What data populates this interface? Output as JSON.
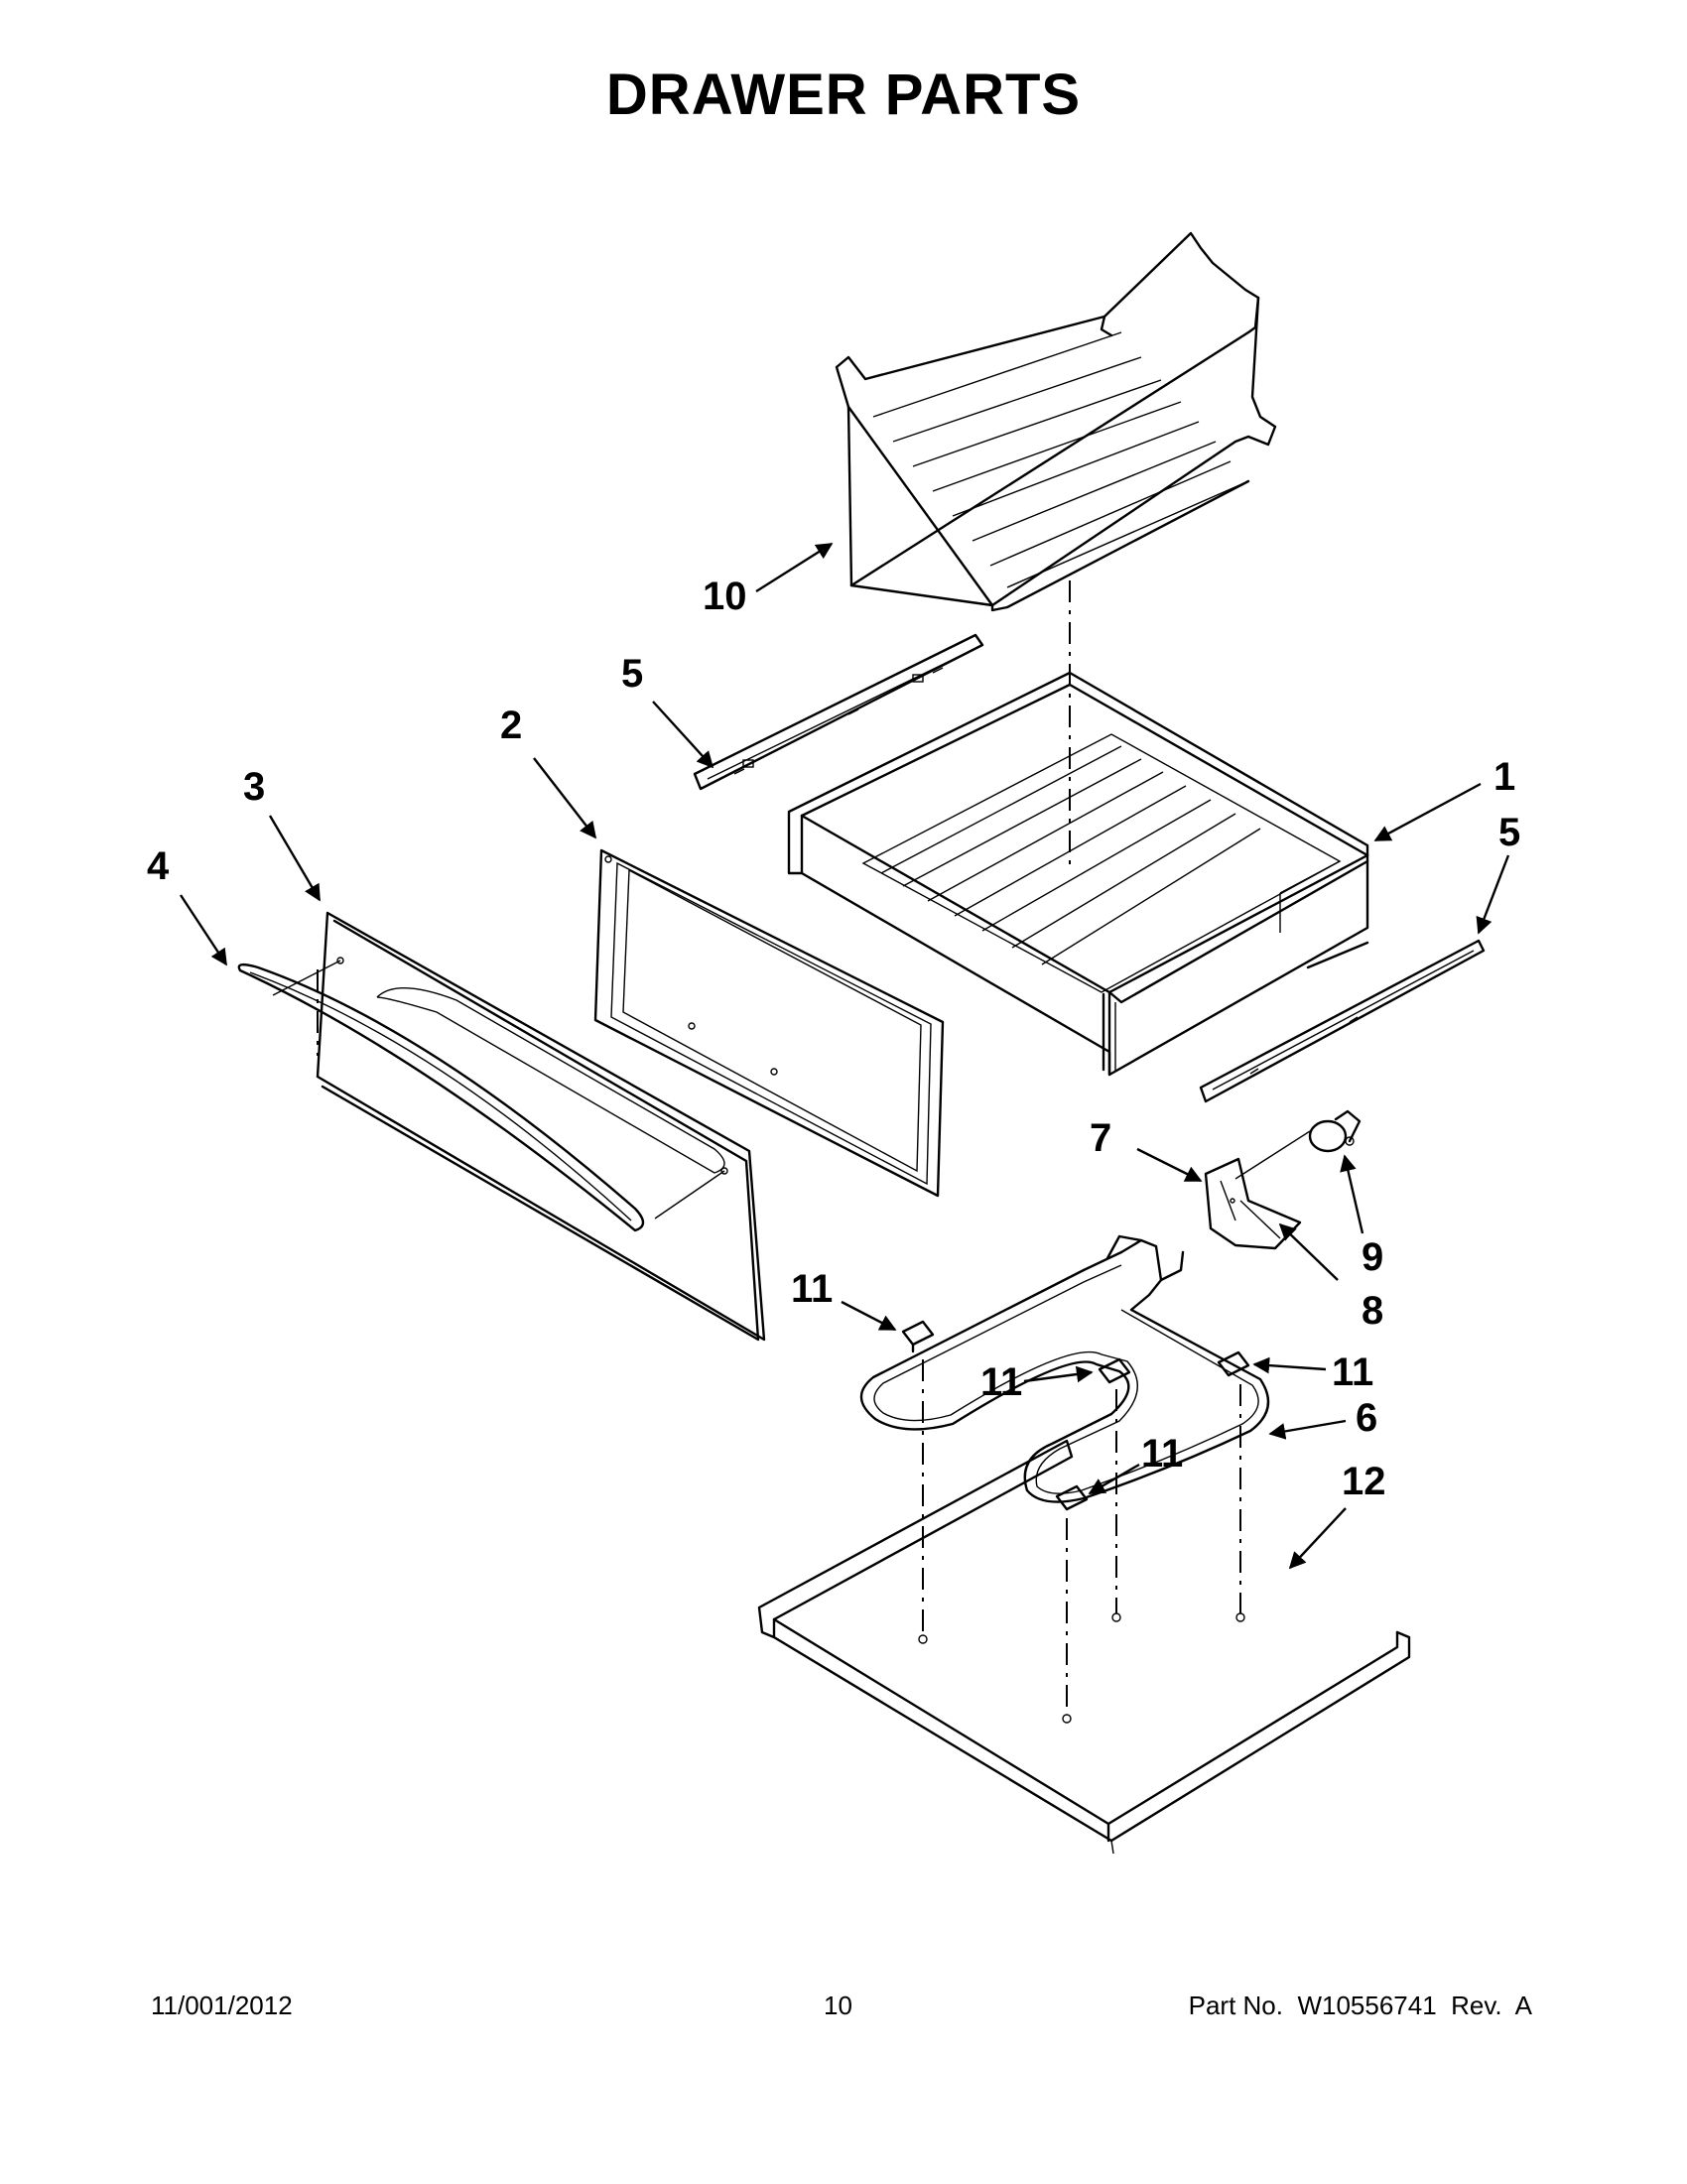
{
  "title": "DRAWER PARTS",
  "callouts": {
    "c1": "1",
    "c2": "2",
    "c3": "3",
    "c4": "4",
    "c5a": "5",
    "c5b": "5",
    "c6": "6",
    "c7": "7",
    "c8": "8",
    "c9": "9",
    "c10": "10",
    "c11a": "11",
    "c11b": "11",
    "c11c": "11",
    "c11d": "11",
    "c12": "12"
  },
  "footer": {
    "date": "11/001/2012",
    "page": "10",
    "part_no": "Part No.  W10556741  Rev.  A"
  }
}
